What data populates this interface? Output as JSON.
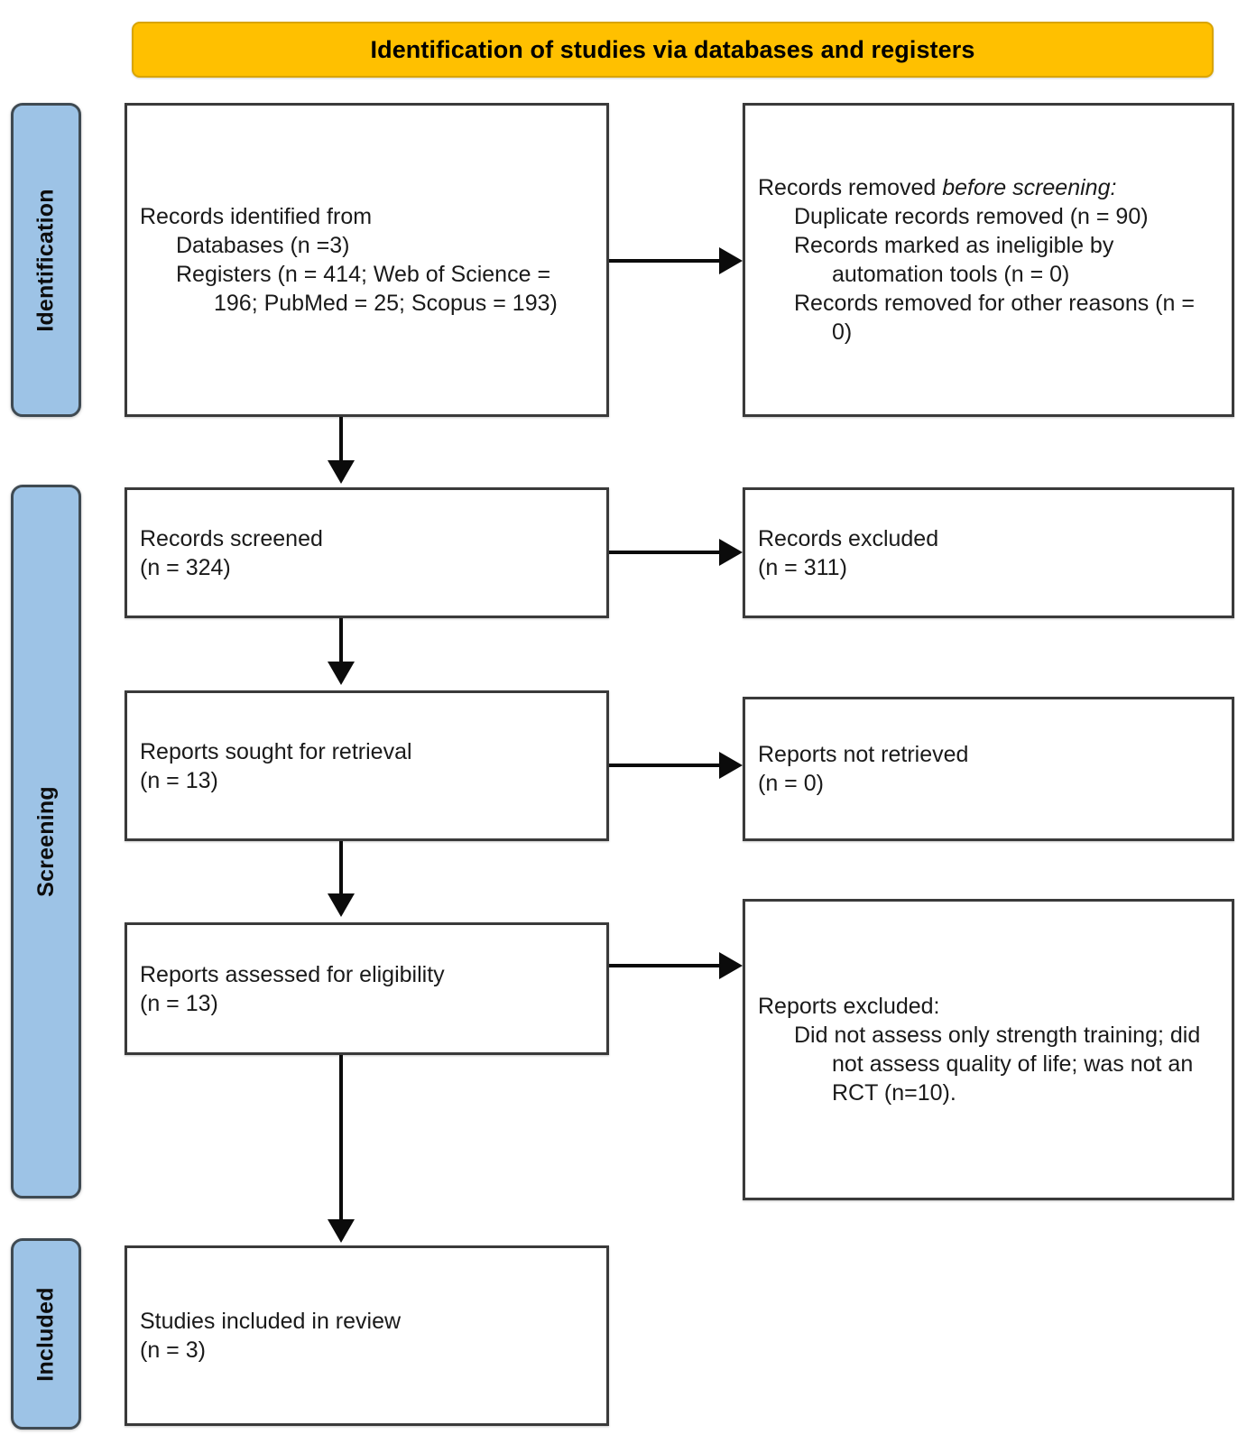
{
  "banner": {
    "title": "Identification of studies via databases and registers"
  },
  "stages": [
    {
      "id": "identification",
      "label": "Identification"
    },
    {
      "id": "screening",
      "label": "Screening"
    },
    {
      "id": "included",
      "label": "Included"
    }
  ],
  "boxes": {
    "records_identified": {
      "line1": "Records identified from",
      "line2": "Databases (n =3)",
      "line3": "Registers (n = 414; Web of Science = 196; PubMed = 25; Scopus = 193)"
    },
    "records_removed": {
      "line1_a": "Records removed ",
      "line1_b": "before screening",
      "line1_c": ":",
      "line2": "Duplicate records removed (n = 90)",
      "line3": "Records marked as ineligible by automation tools (n = 0)",
      "line4": "Records removed for other reasons (n = 0)"
    },
    "records_screened": {
      "line1": "Records screened",
      "line2": "(n = 324)"
    },
    "records_excluded": {
      "line1": "Records excluded",
      "line2": "(n = 311)"
    },
    "reports_sought": {
      "line1": "Reports sought for retrieval",
      "line2": "(n = 13)"
    },
    "reports_not_retrieved": {
      "line1": "Reports not retrieved",
      "line2": "(n = 0)"
    },
    "reports_assessed": {
      "line1": "Reports assessed for eligibility",
      "line2": "(n = 13)"
    },
    "reports_excluded": {
      "line1": "Reports excluded:",
      "line2": "Did not assess only strength training; did not assess quality of life; was not an RCT (n=10)."
    },
    "studies_included": {
      "line1": "Studies included in review",
      "line2": "(n = 3)"
    }
  },
  "colors": {
    "banner_fill": "#FFC000",
    "stage_fill": "#9DC3E6",
    "box_border": "#3A3A3A",
    "connector": "#0B0B0B"
  }
}
